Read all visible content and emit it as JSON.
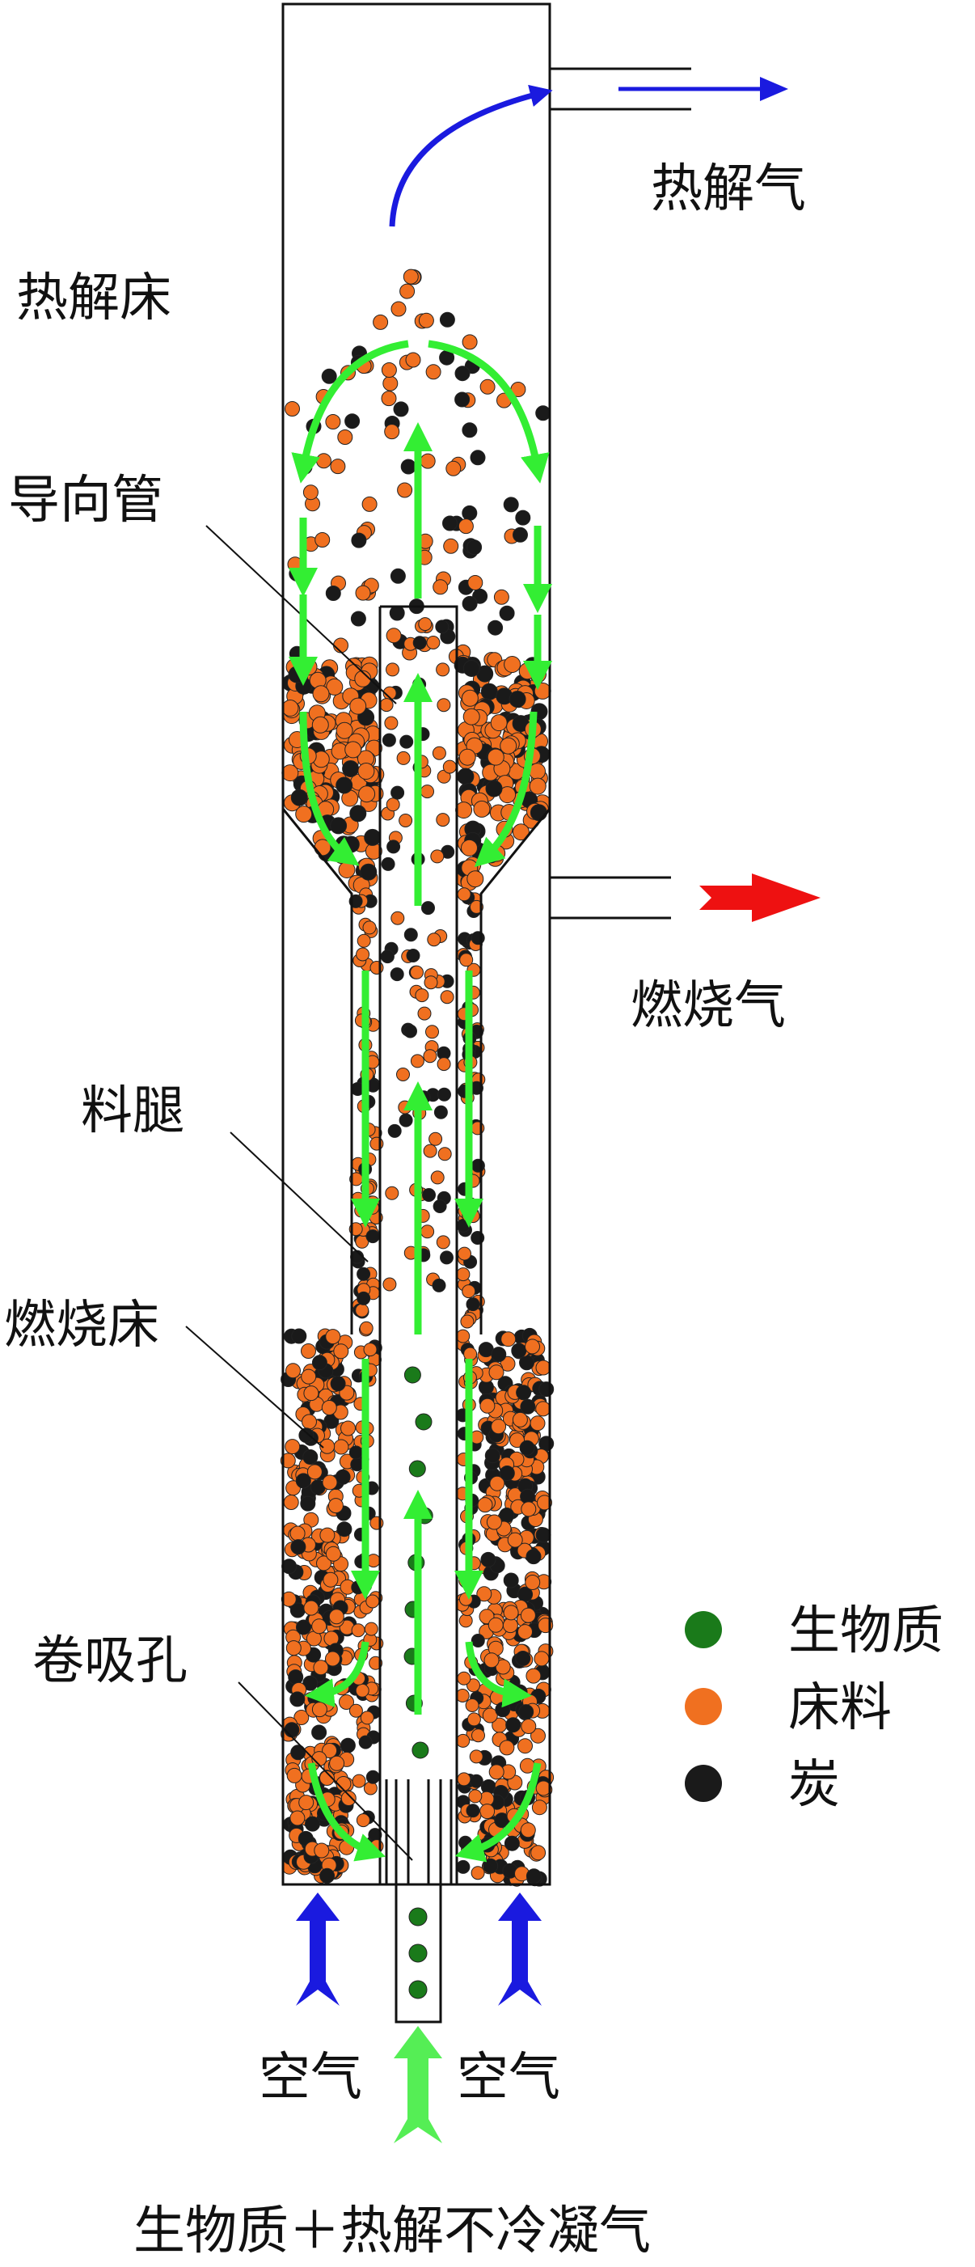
{
  "labels": {
    "pyrolysis_gas": "热解气",
    "pyrolysis_bed": "热解床",
    "guide_tube": "导向管",
    "combustion_gas": "燃烧气",
    "standpipe": "料腿",
    "combustion_bed": "燃烧床",
    "entrainment_hole": "卷吸孔",
    "air_left": "空气",
    "air_right": "空气",
    "feed": "生物质＋热解不冷凝气"
  },
  "legend": [
    {
      "label": "生物质",
      "color": "#1a7a1a"
    },
    {
      "label": "床料",
      "color": "#f07020"
    },
    {
      "label": "炭",
      "color": "#1a1a1a"
    }
  ],
  "colors": {
    "flow_arrow": "#33ee33",
    "pyrolysis_gas_arrow": "#1a1adf",
    "combustion_gas_arrow": "#ee1111",
    "air_arrow": "#1a1adf",
    "feed_arrow": "#55ee55",
    "outline": "#111111"
  }
}
